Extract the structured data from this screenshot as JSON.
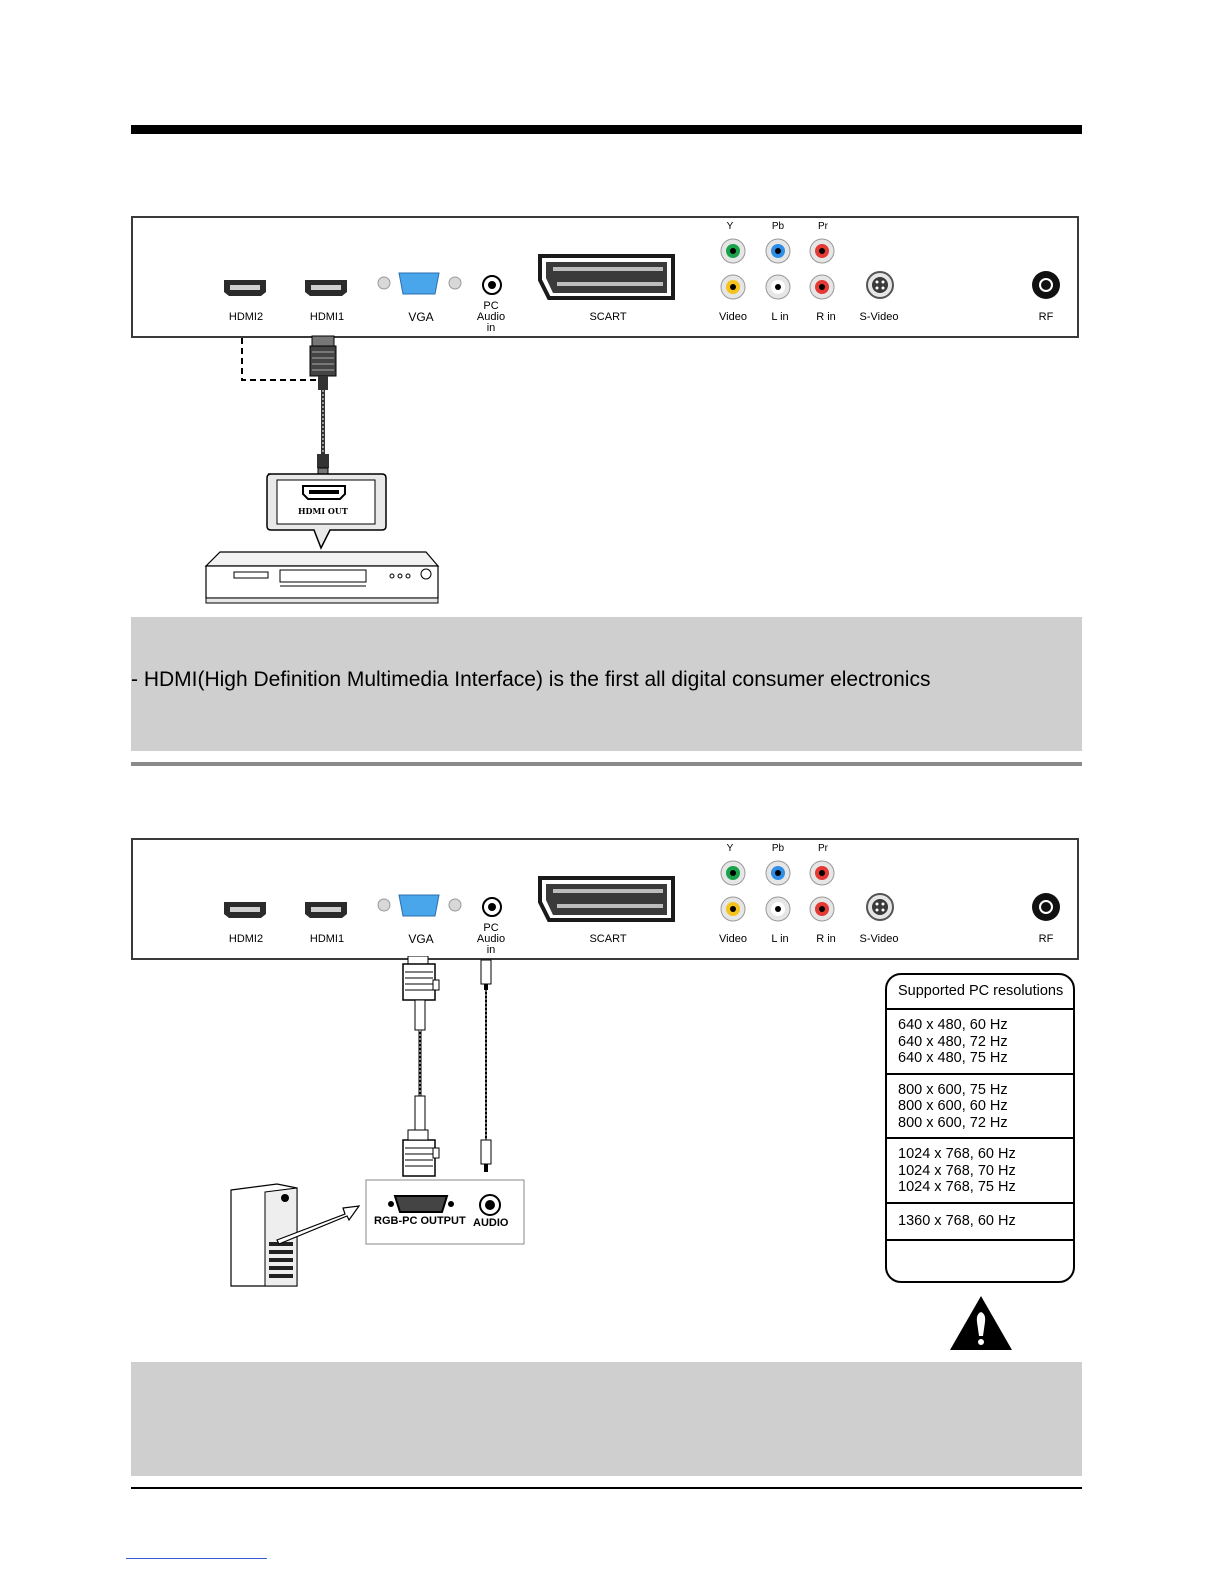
{
  "panel_labels": {
    "hdmi2": "HDMI2",
    "hdmi1": "HDMI1",
    "vga": "VGA",
    "pc_audio": [
      "PC",
      "Audio",
      "in"
    ],
    "scart": "SCART",
    "y": "Y",
    "pb": "Pb",
    "pr": "Pr",
    "video": "Video",
    "lin": "L in",
    "rin": "R in",
    "svideo": "S-Video",
    "rf": "RF"
  },
  "hdmi_section": {
    "device_port_label": "HDMI OUT",
    "description": "- HDMI(High Definition Multimedia Interface) is the first all digital consumer electronics"
  },
  "pc_section": {
    "rgb_label": "RGB-PC OUTPUT",
    "audio_label": "AUDIO",
    "resolutions_title": "Supported PC resolutions",
    "resolution_groups": [
      [
        "640 x 480, 60 Hz",
        "640 x 480, 72 Hz",
        "640 x 480, 75 Hz"
      ],
      [
        "800 x 600, 75 Hz",
        "800 x 600, 60 Hz",
        "800 x 600, 72 Hz"
      ],
      [
        "1024 x 768, 60 Hz",
        "1024 x 768, 70 Hz",
        "1024 x 768, 75 Hz"
      ],
      [
        "1360 x 768, 60 Hz"
      ]
    ]
  },
  "colors": {
    "jack_green": "#19a34a",
    "jack_blue": "#2f8ee6",
    "jack_red": "#e53935",
    "jack_yellow": "#f6c21c",
    "vga_blue": "#4aa6ea",
    "band_grey": "#cfcfcf"
  }
}
